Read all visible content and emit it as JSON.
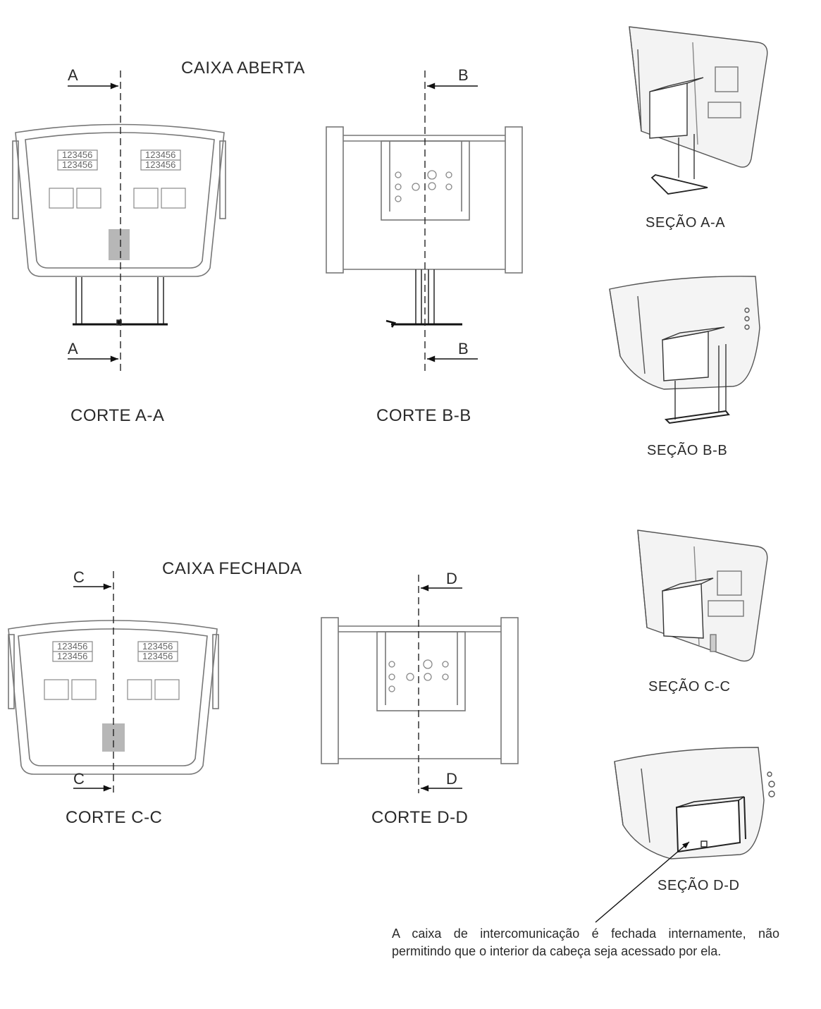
{
  "sections": {
    "open_title": "CAIXA ABERTA",
    "closed_title": "CAIXA FECHADA"
  },
  "cuts": {
    "aa": "CORTE A-A",
    "bb": "CORTE B-B",
    "cc": "CORTE C-C",
    "dd": "CORTE D-D"
  },
  "cut_markers": {
    "a": "A",
    "b": "B",
    "c": "C",
    "d": "D"
  },
  "views": {
    "aa": "SEÇÃO A-A",
    "bb": "SEÇÃO B-B",
    "cc": "SEÇÃO C-C",
    "dd": "SEÇÃO D-D"
  },
  "panel_digits": "123456",
  "note": "A caixa de intercomunicação é fechada internamente, não permitindo que o interior da cabeça seja acessado por ela."
}
